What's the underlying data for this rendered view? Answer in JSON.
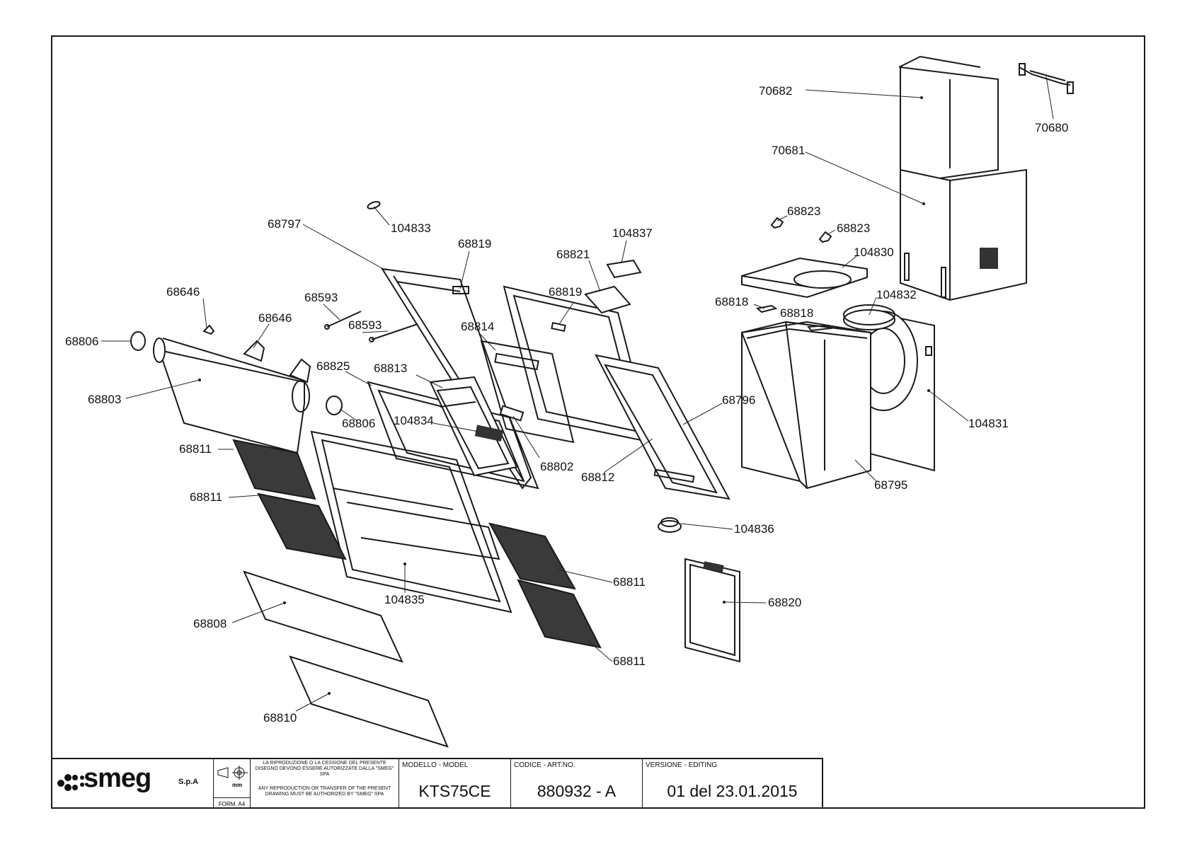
{
  "parts": [
    {
      "id": "p70682",
      "text": "70682"
    },
    {
      "id": "p70680",
      "text": "70680"
    },
    {
      "id": "p70681",
      "text": "70681"
    },
    {
      "id": "p68823a",
      "text": "68823"
    },
    {
      "id": "p68823b",
      "text": "68823"
    },
    {
      "id": "p104830",
      "text": "104830"
    },
    {
      "id": "p104832",
      "text": "104832"
    },
    {
      "id": "p68818a",
      "text": "68818"
    },
    {
      "id": "p68818b",
      "text": "68818"
    },
    {
      "id": "p104831",
      "text": "104831"
    },
    {
      "id": "p68795",
      "text": "68795"
    },
    {
      "id": "p104833",
      "text": "104833"
    },
    {
      "id": "p68797",
      "text": "68797"
    },
    {
      "id": "p68819a",
      "text": "68819"
    },
    {
      "id": "p104837",
      "text": "104837"
    },
    {
      "id": "p68821",
      "text": "68821"
    },
    {
      "id": "p68819b",
      "text": "68819"
    },
    {
      "id": "p68646a",
      "text": "68646"
    },
    {
      "id": "p68593a",
      "text": "68593"
    },
    {
      "id": "p68646b",
      "text": "68646"
    },
    {
      "id": "p68593b",
      "text": "68593"
    },
    {
      "id": "p68814",
      "text": "68814"
    },
    {
      "id": "p68806a",
      "text": "68806"
    },
    {
      "id": "p68825",
      "text": "68825"
    },
    {
      "id": "p68813",
      "text": "68813"
    },
    {
      "id": "p68803",
      "text": "68803"
    },
    {
      "id": "p68806b",
      "text": "68806"
    },
    {
      "id": "p104834",
      "text": "104834"
    },
    {
      "id": "p68796",
      "text": "68796"
    },
    {
      "id": "p68802",
      "text": "68802"
    },
    {
      "id": "p68812",
      "text": "68812"
    },
    {
      "id": "p68811a",
      "text": "68811"
    },
    {
      "id": "p68811b",
      "text": "68811"
    },
    {
      "id": "p104836",
      "text": "104836"
    },
    {
      "id": "p68811c",
      "text": "68811"
    },
    {
      "id": "p104835",
      "text": "104835"
    },
    {
      "id": "p68820",
      "text": "68820"
    },
    {
      "id": "p68808",
      "text": "68808"
    },
    {
      "id": "p68811d",
      "text": "68811"
    },
    {
      "id": "p68810",
      "text": "68810"
    }
  ],
  "titleblock": {
    "brand": "smeg",
    "brand_suffix": "S.p.A",
    "unit": "mm",
    "form": "FORM. A4",
    "notice_it": "LA RIPRODUZIONE O LA CESSIONE DEL PRESENTE DISEGNO DEVONO ESSERE AUTORIZZATE DALLA \"SMEG\" SPA",
    "notice_en": "ANY REPRODUCTION OR TRANSFER OF THE PRESENT DRAWING MUST BE AUTHORIZED BY \"SMEG\" SPA",
    "model_caption": "MODELLO - MODEL",
    "model_value": "KTS75CE",
    "code_caption": "CODICE - ART.NO.",
    "code_value": "880932 - A",
    "version_caption": "VERSIONE - EDITING",
    "version_value": "01 del 23.01.2015"
  },
  "colors": {
    "ink": "#1a1a1a",
    "paper": "#ffffff"
  }
}
